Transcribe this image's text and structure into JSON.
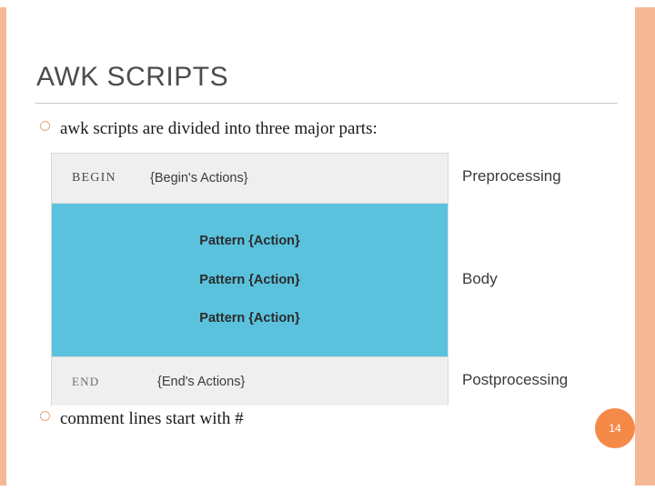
{
  "slide": {
    "title": "AWK SCRIPTS",
    "page_number": "14",
    "accent_color": "#f5b895",
    "badge_color": "#f58a48",
    "body_band_color": "#5bc2de",
    "header_band_color": "#efefef"
  },
  "bullets": [
    {
      "text": "awk scripts are divided into three major parts:"
    },
    {
      "text": "comment lines start with #"
    }
  ],
  "diagram": {
    "begin": {
      "keyword": "BEGIN",
      "action": "{Begin's  Actions}",
      "label": "Preprocessing"
    },
    "body": {
      "lines": [
        "Pattern {Action}",
        "Pattern {Action}",
        "Pattern {Action}"
      ],
      "label": "Body"
    },
    "end": {
      "keyword": "END",
      "action": "{End's Actions}",
      "label": "Postprocessing"
    }
  }
}
